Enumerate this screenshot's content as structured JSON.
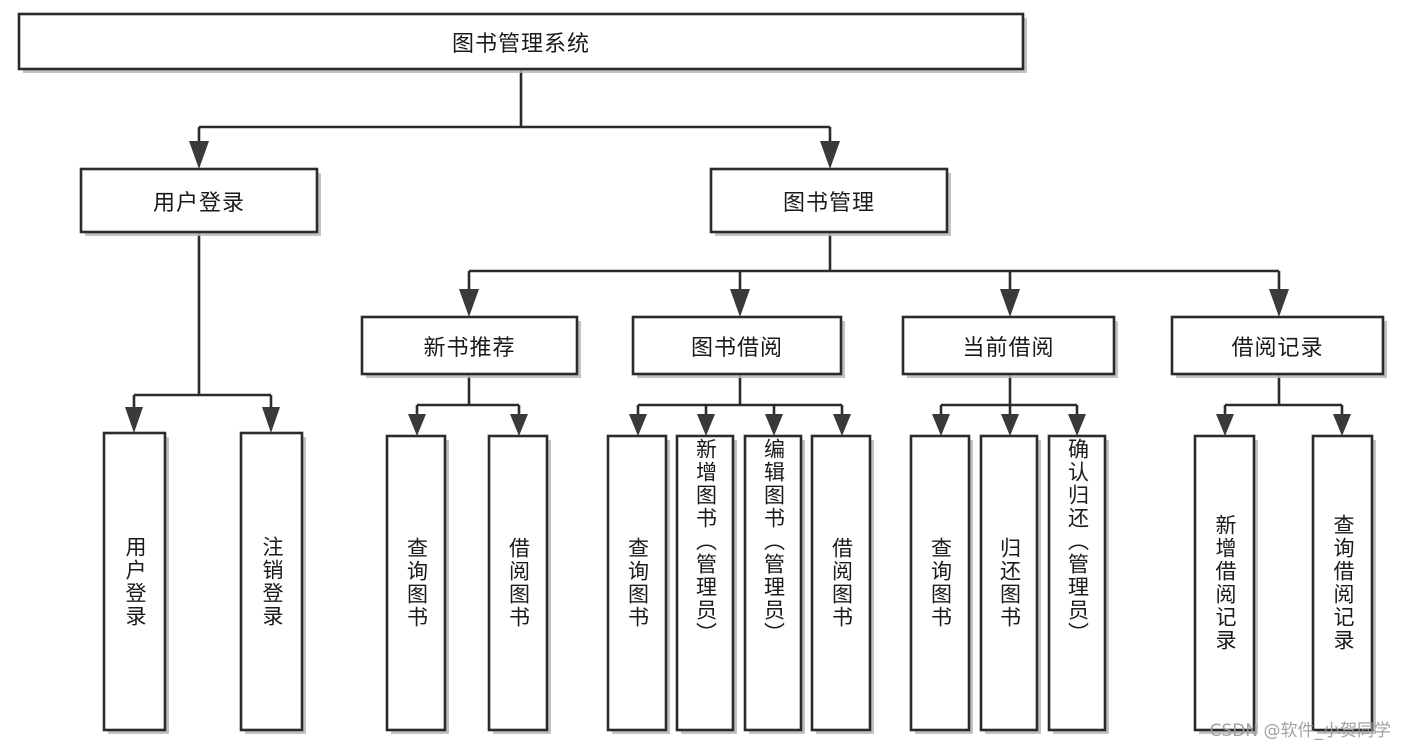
{
  "diagram": {
    "title": "图书管理系统",
    "type": "tree",
    "watermark": "CSDN @软件_小贺同学",
    "colors": {
      "box_stroke": "#2b2b2b",
      "box_fill": "#ffffff",
      "connector": "#2b2b2b",
      "arrow": "#3a3a3a",
      "watermark": "#9a9a9a",
      "background": "#ffffff"
    },
    "root": {
      "id": "root",
      "label": "图书管理系统",
      "orientation": "horizontal"
    },
    "level2": [
      {
        "id": "user-login",
        "label": "用户登录",
        "orientation": "horizontal"
      },
      {
        "id": "book-manage",
        "label": "图书管理",
        "orientation": "horizontal"
      }
    ],
    "level3": [
      {
        "id": "new-book-rec",
        "label": "新书推荐",
        "orientation": "horizontal",
        "parent": "book-manage"
      },
      {
        "id": "book-borrow",
        "label": "图书借阅",
        "orientation": "horizontal",
        "parent": "book-manage"
      },
      {
        "id": "current-borrow",
        "label": "当前借阅",
        "orientation": "horizontal",
        "parent": "book-manage"
      },
      {
        "id": "borrow-record",
        "label": "借阅记录",
        "orientation": "horizontal",
        "parent": "book-manage"
      }
    ],
    "leaves": [
      {
        "id": "leaf-user-login",
        "label": "用户登录",
        "parent": "user-login"
      },
      {
        "id": "leaf-logout",
        "label": "注销登录",
        "parent": "user-login"
      },
      {
        "id": "leaf-query-book-1",
        "label": "查询图书",
        "parent": "new-book-rec"
      },
      {
        "id": "leaf-borrow-book-1",
        "label": "借阅图书",
        "parent": "new-book-rec"
      },
      {
        "id": "leaf-query-book-2",
        "label": "查询图书",
        "parent": "book-borrow"
      },
      {
        "id": "leaf-add-book",
        "label": "新增图书（管理员）",
        "parent": "book-borrow"
      },
      {
        "id": "leaf-edit-book",
        "label": "编辑图书（管理员）",
        "parent": "book-borrow"
      },
      {
        "id": "leaf-borrow-book-2",
        "label": "借阅图书",
        "parent": "book-borrow"
      },
      {
        "id": "leaf-query-book-3",
        "label": "查询图书",
        "parent": "current-borrow"
      },
      {
        "id": "leaf-return-book",
        "label": "归还图书",
        "parent": "current-borrow"
      },
      {
        "id": "leaf-confirm-return",
        "label": "确认归还（管理员）",
        "parent": "current-borrow"
      },
      {
        "id": "leaf-add-record",
        "label": "新增借阅记录",
        "parent": "borrow-record"
      },
      {
        "id": "leaf-query-record",
        "label": "查询借阅记录",
        "parent": "borrow-record"
      }
    ]
  }
}
